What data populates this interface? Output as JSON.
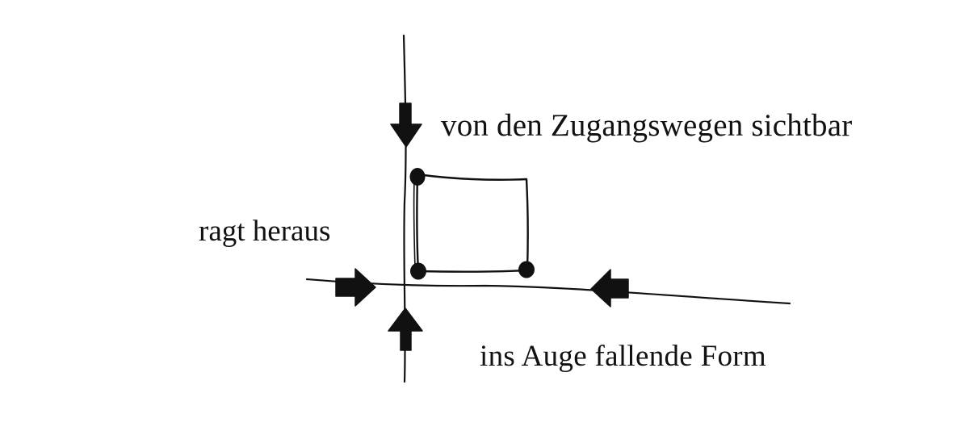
{
  "labels": {
    "top": "von den Zugangswegen sichtbar",
    "left": "ragt heraus",
    "bottom": "ins Auge fallende Form"
  },
  "colors": {
    "ink": "#111111",
    "background": "#ffffff"
  }
}
